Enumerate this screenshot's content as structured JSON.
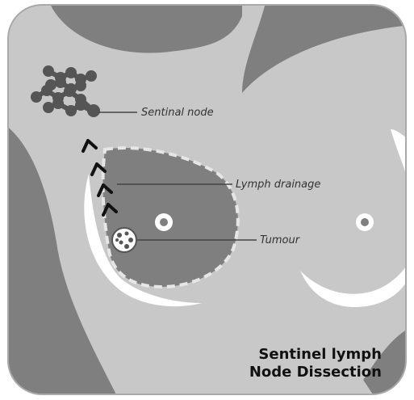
{
  "labels": {
    "sentinal_node": "Sentinal node",
    "lymph_drainage": "Lymph drainage",
    "tumour": "Tumour"
  },
  "title": {
    "line1": "Sentinel lymph",
    "line2": "Node Dissection"
  },
  "colors": {
    "background": "#c8c8c8",
    "dark_shape": "#7f7f7f",
    "node": "#555555",
    "outline": "#e6e6e6",
    "arrow": "#111111"
  }
}
